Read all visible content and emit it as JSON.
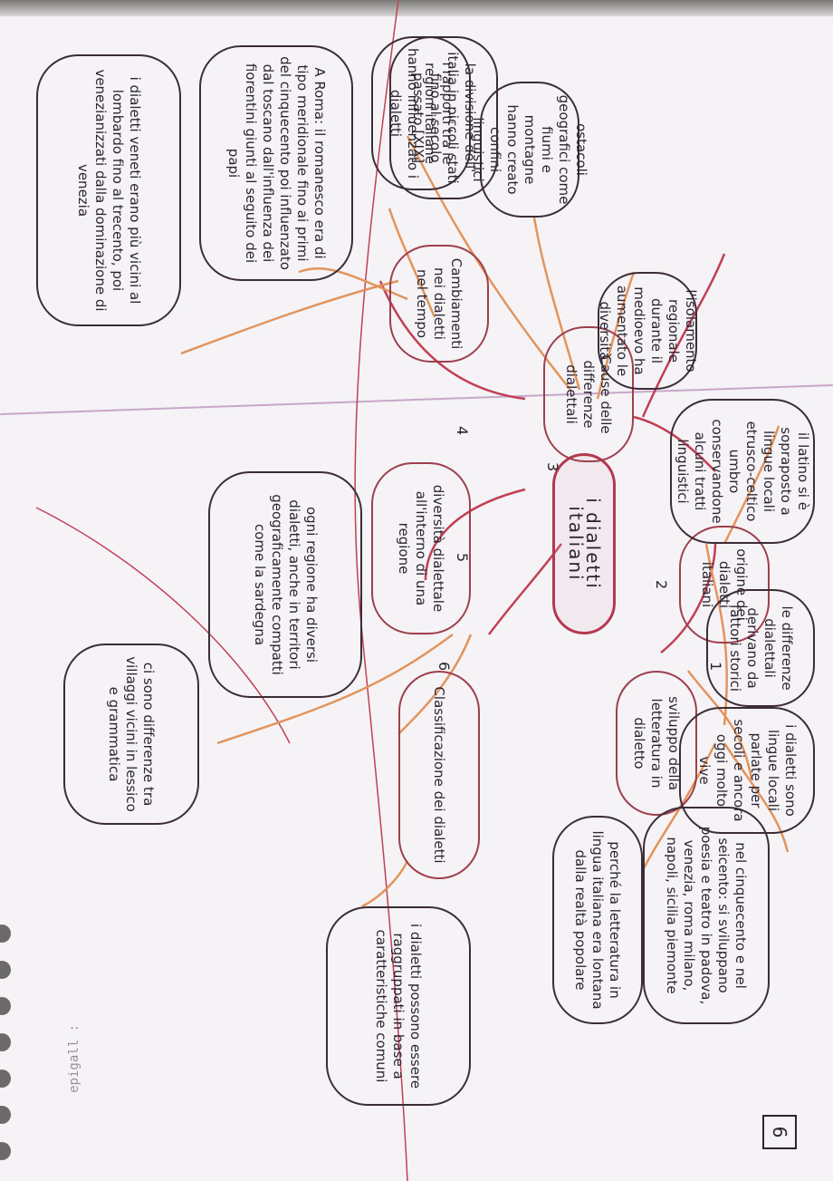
{
  "center": {
    "title": "i dialetti italiani"
  },
  "colors": {
    "branch": "#e2945c",
    "inner": "#c23f55",
    "ink": "#2a2430"
  },
  "branches": [
    {
      "number": "1",
      "label": "sviluppo della letteratura in dialetto",
      "children": [
        "nel cinquecento e nel seicento: si sviluppano poesia e teatro in padova, venezia, roma milano, napoli, sicilia piemonte",
        "perché la letteratura in lingua italiana era lontana dalla realtà popolare"
      ]
    },
    {
      "number": "2",
      "label": "origine dei dialetti italiani",
      "children": [
        "il latino si è sopraposto a lingue locali etrusco-celtico umbro conservandone alcuni tratti linguistici",
        "le differenze dialettali derivano da fattori storici",
        "i dialetti sono lingue locali parlate per secoli e ancora oggi molto vive"
      ]
    },
    {
      "number": "3",
      "label": "Cause delle differenze dialettali",
      "children": [
        "l'isolamento regionale durante il medioevo ha aumentato le diversità",
        "ostacoli geografici come fiumi e montagne hanno creato confini linguistici",
        "la divisione dell' italia in piccoli stati fino al secolo passato [XIX]"
      ]
    },
    {
      "number": "4",
      "label": "Cambiamenti nei dialetti nel tempo",
      "children": [
        "i rapporti tra le regioni italiane hanno influenzato i dialetti",
        "A Roma: il romanesco era di tipo meridionale fino ai primi del cinquecento poi influenzato dal toscano dall'influenza dei fiorentini giunti al seguito dei papi",
        "i dialetti veneti erano più vicini al lombardo fino al trecento, poi venezianizzati dalla dominazione di venezia"
      ]
    },
    {
      "number": "5",
      "label": "diversità dialettale all'interno di una regione",
      "children": [
        "ogni regione ha diversi dialetti, anche in territori geograficamente compatti come la sardegna",
        "ci sono differenze tra villaggi vicini in lessico e grammatica"
      ]
    },
    {
      "number": "6",
      "label": "Classificazione dei dialetti",
      "children": [
        "i dialetti possono essere raggruppati in base a caratteristiche comuni"
      ]
    }
  ],
  "page_number": "6",
  "stamp": "epigall :"
}
